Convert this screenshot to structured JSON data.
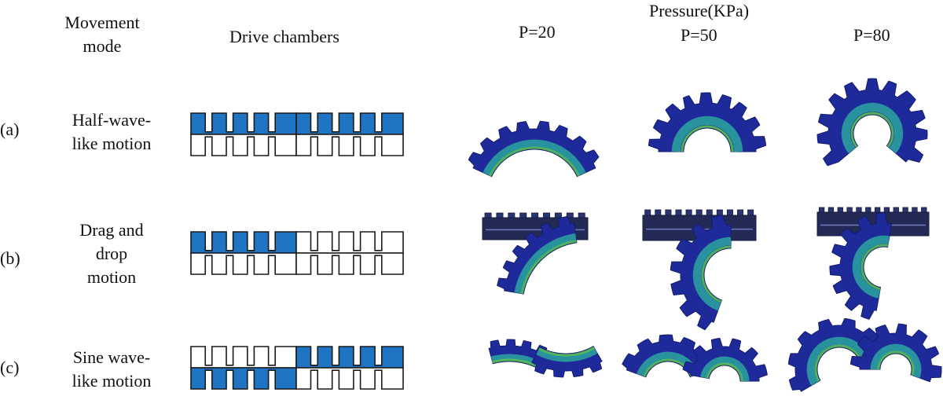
{
  "headers": {
    "movement_mode_line1": "Movement",
    "movement_mode_line2": "mode",
    "drive_chambers": "Drive chambers",
    "pressure": "Pressure(KPa)",
    "p20": "P=20",
    "p50": "P=50",
    "p80": "P=80"
  },
  "rows": [
    {
      "tag": "(a)",
      "line1": "Half-wave-",
      "line2": "like motion",
      "line3": "",
      "top_filled": "all",
      "bottom_filled": "none"
    },
    {
      "tag": "(b)",
      "line1": "Drag and",
      "line2": "drop",
      "line3": "motion",
      "top_filled": "left",
      "bottom_filled": "none"
    },
    {
      "tag": "(c)",
      "line1": "Sine wave-",
      "line2": "like motion",
      "line3": "",
      "top_filled": "right",
      "bottom_filled": "left"
    }
  ],
  "colors": {
    "chamber_fill": "#1f75c4",
    "chamber_stroke": "#1a1a1a",
    "sim_dark": "#1e2a9a",
    "sim_mid": "#2f66c9",
    "sim_teal": "#2cb5a0",
    "sim_green": "#5fd14a",
    "sim_edge": "#c8321e"
  }
}
